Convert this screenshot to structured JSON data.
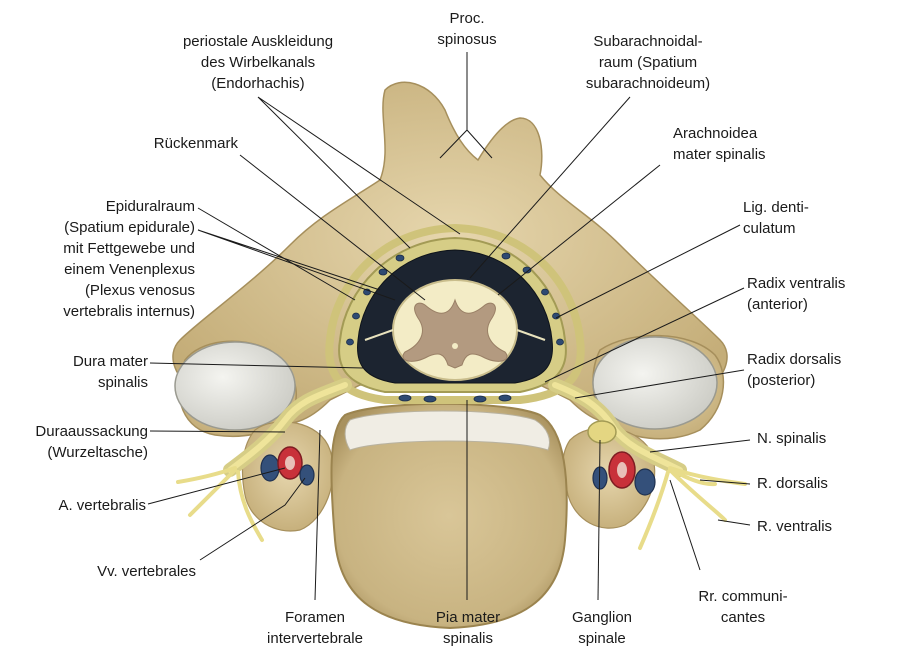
{
  "labels": {
    "proc_spinosus": [
      "Proc.",
      "spinosus"
    ],
    "periostale": [
      "periostale Auskleidung",
      "des Wirbelkanals",
      "(Endorhachis)"
    ],
    "subarachnoidal": [
      "Subarachnoidal-",
      "raum (Spatium",
      "subarachnoideum)"
    ],
    "rueckenmark": [
      "Rückenmark"
    ],
    "arachnoidea": [
      "Arachnoidea",
      "mater spinalis"
    ],
    "epiduralraum": [
      "Epiduralraum",
      "(Spatium epidurale)",
      "mit Fettgewebe und",
      "einem Venenplexus",
      "(Plexus venosus",
      "vertebralis internus)"
    ],
    "lig_denticulatum": [
      "Lig. denti-",
      "culatum"
    ],
    "radix_ventralis": [
      "Radix ventralis",
      "(anterior)"
    ],
    "dura_mater": [
      "Dura mater",
      "spinalis"
    ],
    "radix_dorsalis": [
      "Radix dorsalis",
      "(posterior)"
    ],
    "duraaussackung": [
      "Duraaussackung",
      "(Wurzeltasche)"
    ],
    "n_spinalis": [
      "N. spinalis"
    ],
    "a_vertebralis": [
      "A. vertebralis"
    ],
    "r_dorsalis": [
      "R. dorsalis"
    ],
    "r_ventralis": [
      "R. ventralis"
    ],
    "vv_vertebrales": [
      "Vv. vertebrales"
    ],
    "rr_communicantes": [
      "Rr. communi-",
      "cantes"
    ],
    "foramen": [
      "Foramen",
      "intervertebrale"
    ],
    "pia_mater": [
      "Pia mater",
      "spinalis"
    ],
    "ganglion": [
      "Ganglion",
      "spinale"
    ]
  },
  "colors": {
    "bone": "#dcc99b",
    "bone_dark": "#b9a370",
    "dura": "#d8d08a",
    "nerve": "#efe49a",
    "spinal_cord": "#f3ecc6",
    "grey_matter": "#b39a80",
    "csf_space": "#1c2430",
    "artery": "#c8313a",
    "vein": "#34507a",
    "cartilage": "#e6e6e0"
  }
}
